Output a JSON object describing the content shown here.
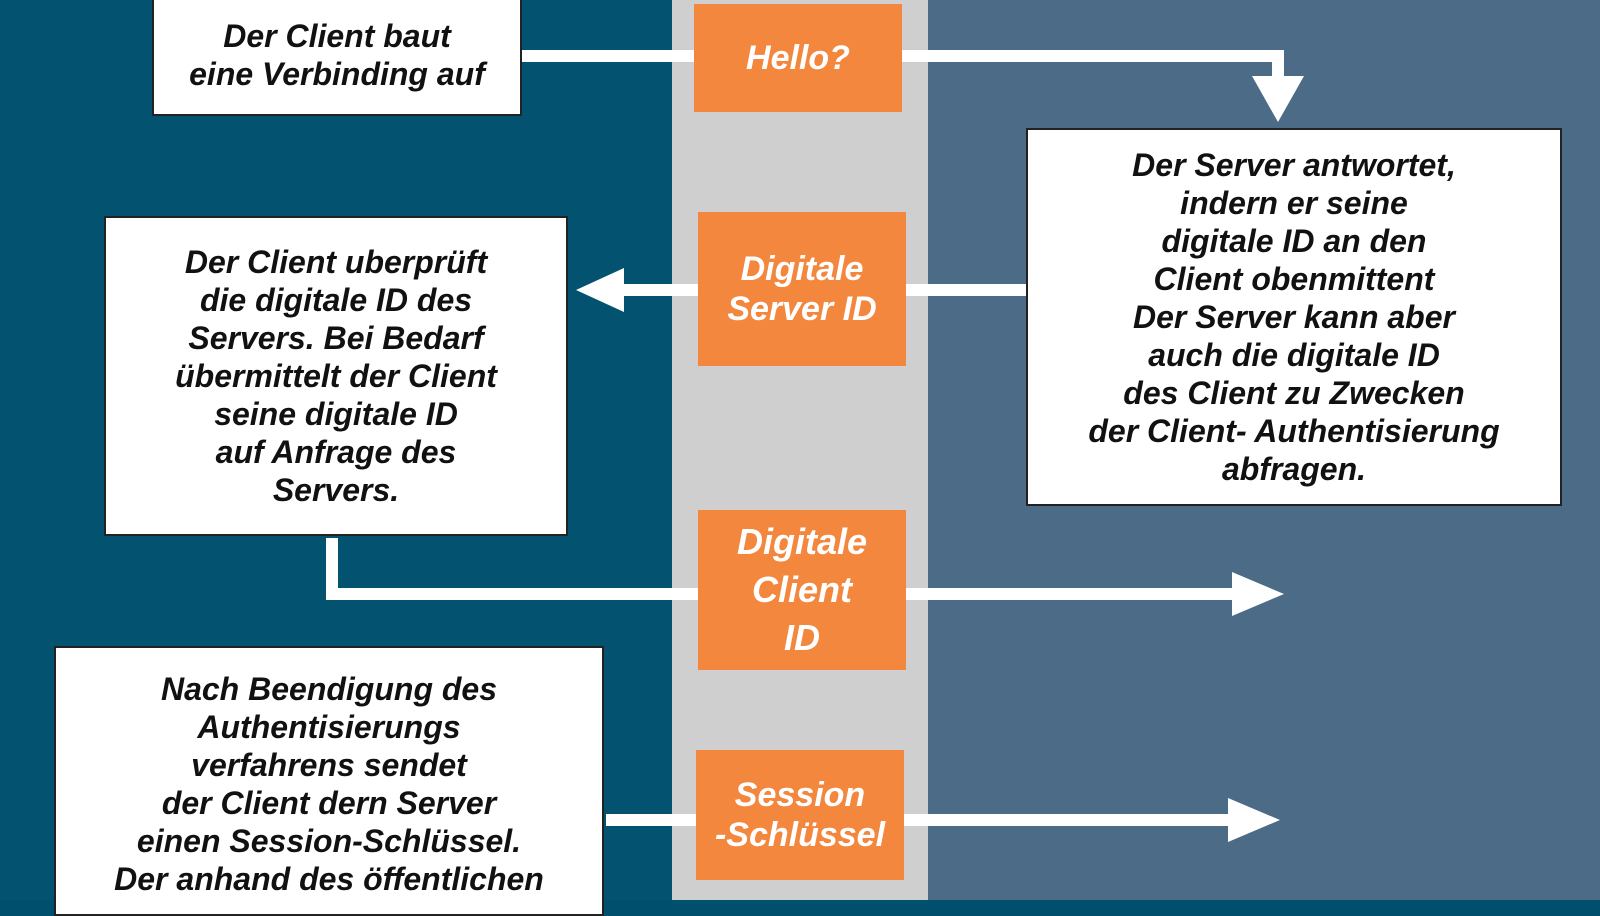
{
  "steps": {
    "client_connect": "Der Client baut\neine Verbinding auf",
    "server_response": "Der Server antwortet,\nindern er seine\ndigitale ID an den\nClient obenmittent\nDer Server kann aber\nauch die digitale ID\ndes Client zu Zwecken\nder Client- Authentisierung\nabfragen.",
    "client_verify": "Der Client uberprüft\ndie digitale ID des\nServers. Bei Bedarf\nübermittelt der Client\nseine digitale ID\nauf Anfrage des\nServers.",
    "client_session": "Nach Beendigung des\nAuthentisierungs\nverfahrens sendet\nder Client dern Server\neinen Session-Schlüssel.\nDer anhand des öffentlichen"
  },
  "messages": {
    "hello": "Hello?",
    "server_id": "Digitale\nServer ID",
    "client_id": "Digitale\nClient\nID",
    "session_key": "Session\n-Schlüssel"
  },
  "colors": {
    "client_bg": "#03526f",
    "channel_bg": "#cfcfcf",
    "server_bg": "#4b6b87",
    "message_bg": "#f3873e"
  }
}
